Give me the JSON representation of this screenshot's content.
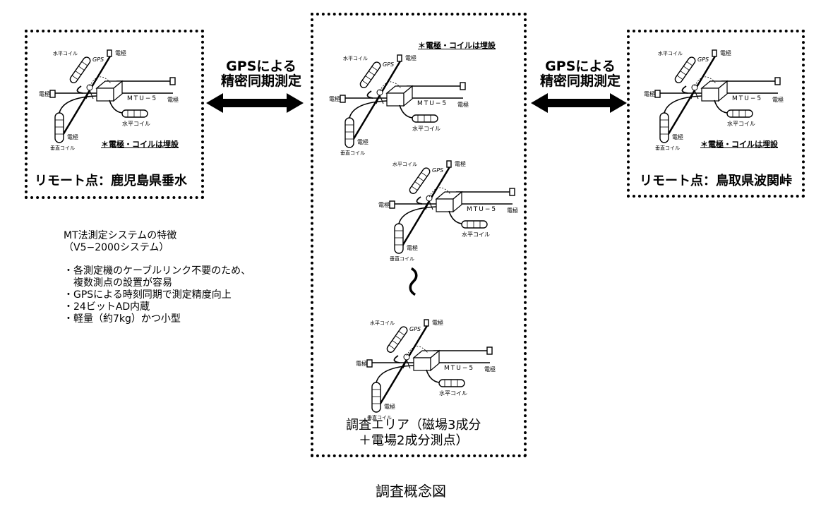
{
  "remote_left": {
    "label": "リモート点：鹿児島県垂水",
    "note": "＊電極・コイルは埋設"
  },
  "remote_right": {
    "label": "リモート点：鳥取県波関峠",
    "note": "＊電極・コイルは埋設"
  },
  "survey_area": {
    "note": "＊電極・コイルは埋設",
    "caption": "調査エリア（磁場3成分\n　＋電場2成分測点）",
    "ellipsis": "〜"
  },
  "link_left": "GPSによる\n精密同期測定",
  "link_right": "GPSによる\n精密同期測定",
  "features": {
    "heading": "MT法測定システムの特徴\n（V5−2000システム）",
    "items": [
      "・各測定機のケーブルリンク不要のため、\n　複数測点の設置が容易",
      "・GPSによる時刻同期で測定精度向上",
      "・24ビットAD内蔵",
      "・軽量（約7kg）かつ小型"
    ]
  },
  "setup_labels": {
    "horizontal_coil": "水平コイル",
    "gps": "GPS",
    "electrode": "電極",
    "unit": "MTU−5",
    "vertical_coil": "垂直コイル"
  },
  "page_title": "調査概念図"
}
